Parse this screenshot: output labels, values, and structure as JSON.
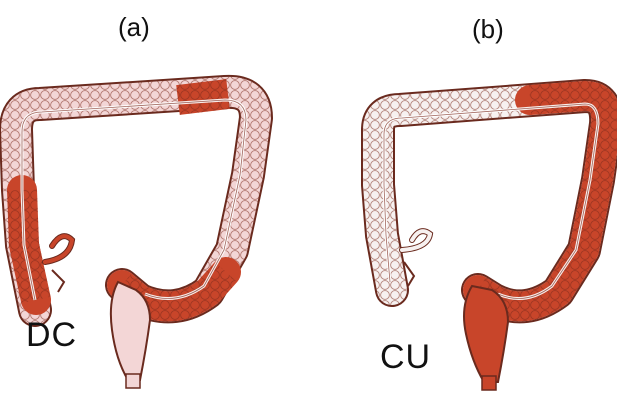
{
  "panels": [
    {
      "id": "a",
      "label": "(a)",
      "disease": "DC",
      "inflamed_color": "#c8452a",
      "healthy_color": "#f3d6d6"
    },
    {
      "id": "b",
      "label": "(b)",
      "disease": "CU",
      "inflamed_color": "#c8452a",
      "healthy_color": "#f6eeee"
    }
  ],
  "colors": {
    "outline": "#6a2a1e",
    "inflamed": "#c8452a",
    "inflamed_dark": "#9e2f1b",
    "healthy_a": "#f3d6d6",
    "healthy_b": "#f7f1f0",
    "lumen": "#ffffff"
  }
}
